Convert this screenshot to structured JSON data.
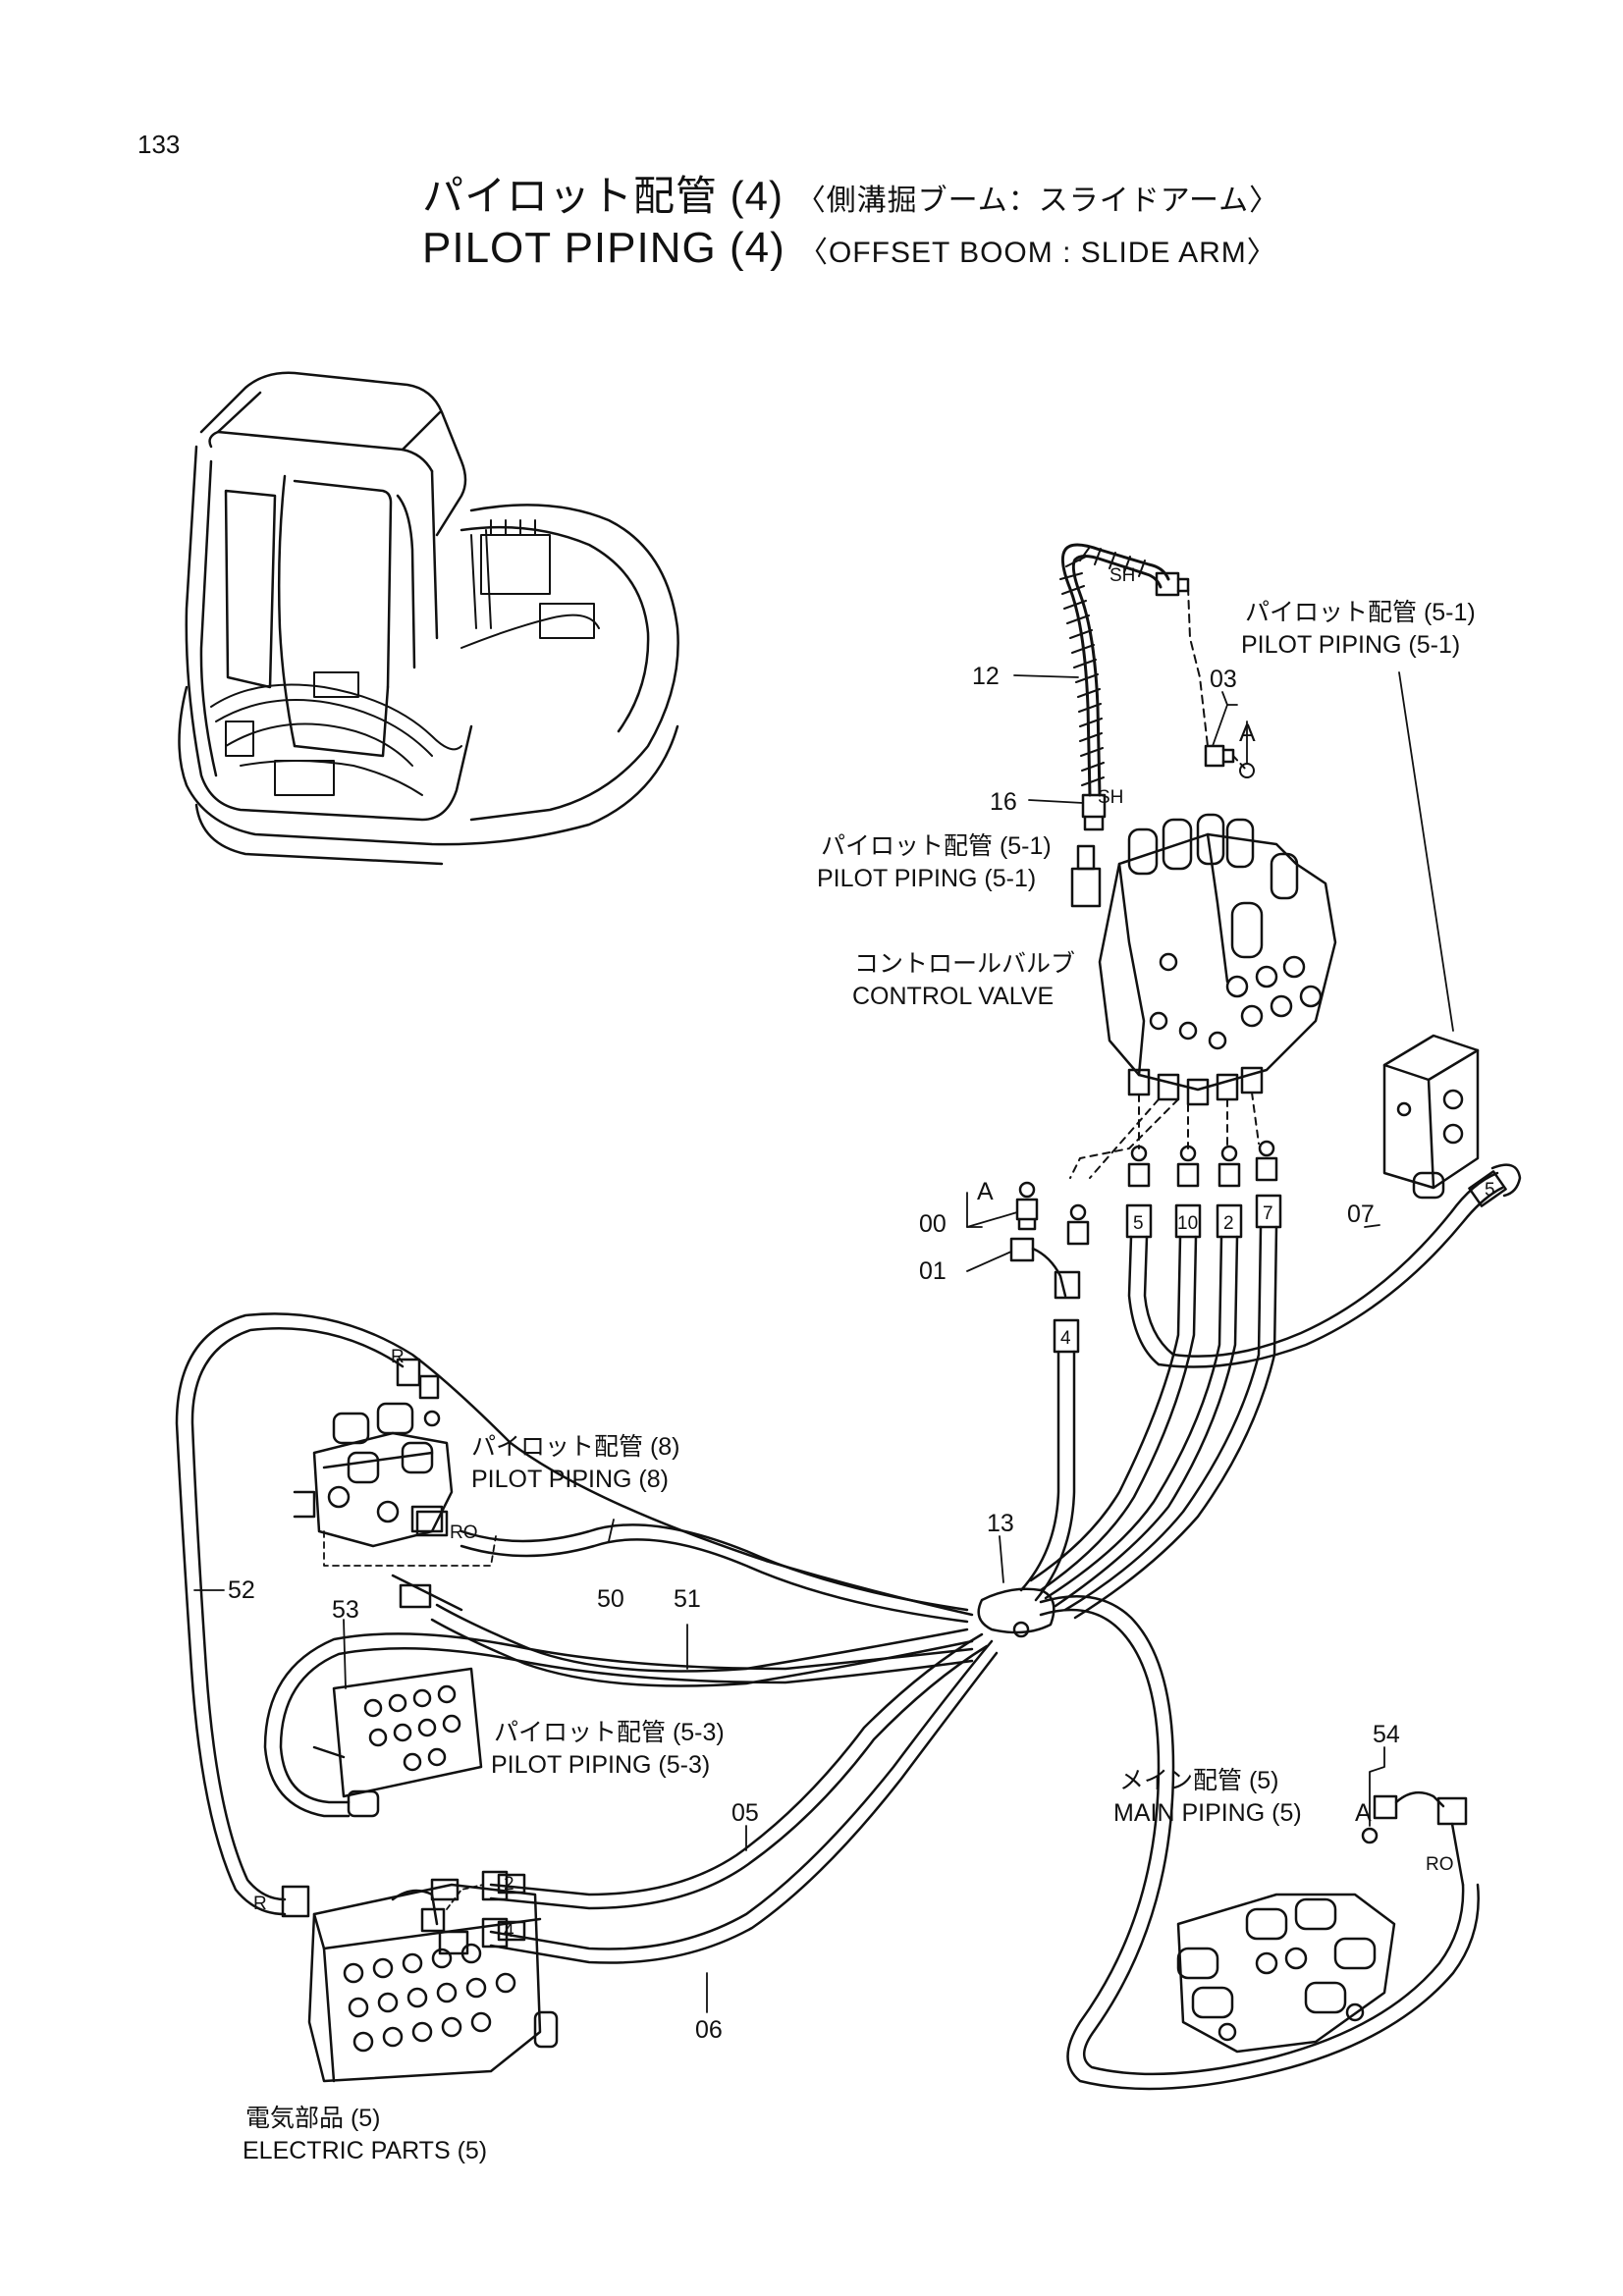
{
  "page_number": "133",
  "title": {
    "ja_main": "パイロット配管 (4)",
    "ja_sub": "〈側溝掘ブーム：スライドアーム〉",
    "en_main": "PILOT PIPING (4)",
    "en_sub": "〈OFFSET BOOM : SLIDE ARM〉"
  },
  "references": {
    "pilot_5_1_right": {
      "ja": "パイロット配管 (5-1)",
      "en": "PILOT PIPING (5-1)"
    },
    "pilot_5_1_left": {
      "ja": "パイロット配管 (5-1)",
      "en": "PILOT PIPING (5-1)"
    },
    "control_valve": {
      "ja": "コントロールバルブ",
      "en": "CONTROL VALVE"
    },
    "pilot_8": {
      "ja": "パイロット配管 (8)",
      "en": "PILOT PIPING (8)"
    },
    "pilot_5_3": {
      "ja": "パイロット配管 (5-3)",
      "en": "PILOT PIPING (5-3)"
    },
    "main_5": {
      "ja": "メイン配管 (5)",
      "en": "MAIN PIPING (5)"
    },
    "electric_5": {
      "ja": "電気部品 (5)",
      "en": "ELECTRIC PARTS (5)"
    }
  },
  "part_numbers": {
    "p12": "12",
    "p16": "16",
    "p03": "03",
    "p00": "00",
    "p01": "01",
    "p07": "07",
    "p13": "13",
    "p50": "50",
    "p51": "51",
    "p52": "52",
    "p53": "53",
    "p05": "05",
    "p06": "06",
    "p54": "54"
  },
  "markers": {
    "sh": "SH",
    "a": "A",
    "r": "R",
    "ro": "RO"
  },
  "hose_tags": {
    "t5": "5",
    "t10": "10",
    "t2": "2",
    "t7": "7",
    "t4": "4"
  }
}
